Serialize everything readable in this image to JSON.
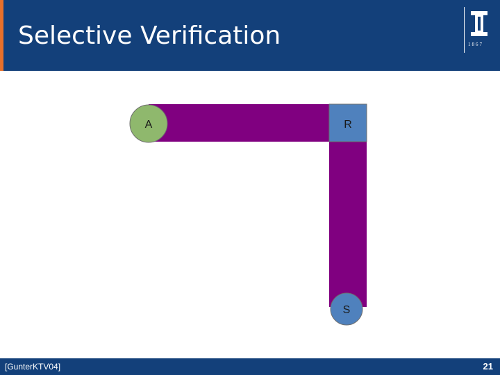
{
  "slide": {
    "title": "Selective Verification",
    "page_number": "21",
    "citation": "[GunterKTV04]"
  },
  "logo": {
    "year": "1867"
  },
  "diagram": {
    "nodes": [
      {
        "id": "A",
        "label": "A",
        "shape": "circle",
        "color": "#8fb86d"
      },
      {
        "id": "R",
        "label": "R",
        "shape": "square",
        "color": "#4f81bd"
      },
      {
        "id": "S",
        "label": "S",
        "shape": "circle",
        "color": "#4f81bd"
      }
    ],
    "links": [
      {
        "from": "A",
        "to": "R",
        "color": "#800080"
      },
      {
        "from": "R",
        "to": "S",
        "color": "#800080"
      }
    ]
  },
  "colors": {
    "header": "#13407a",
    "accent": "#e8702a",
    "link": "#800080"
  }
}
